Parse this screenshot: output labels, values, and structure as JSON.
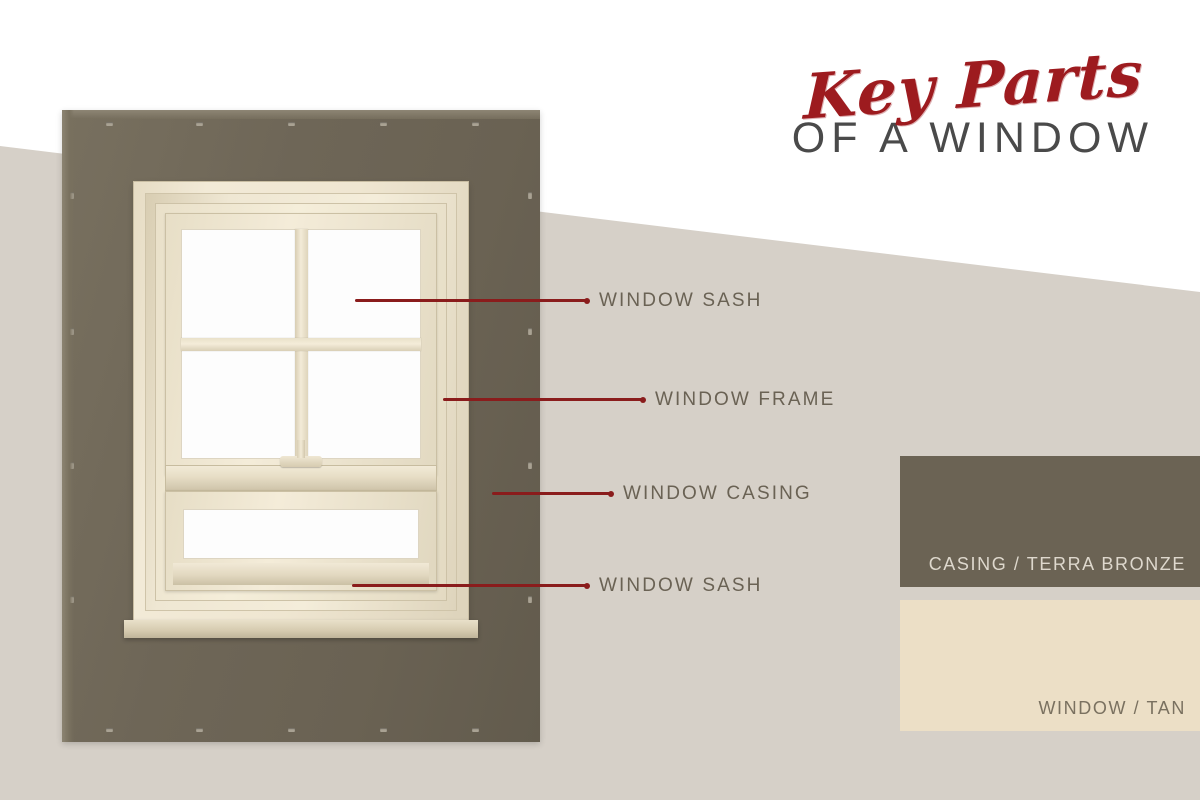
{
  "title": {
    "script_line": "Key Parts",
    "sub_line": "OF A WINDOW",
    "script_color": "#9d1b1f",
    "sub_color": "#4a4a4a"
  },
  "background": {
    "top_color": "#ffffff",
    "wedge_color": "#d6d0c8"
  },
  "diagram": {
    "subject": "double-hung window",
    "casing_color": "#6b6354",
    "frame_color": "#efe6d1",
    "glass_color": "#fdfdfd",
    "leader_color": "#8a1c1c"
  },
  "callouts": [
    {
      "label": "WINDOW SASH",
      "target": "upper-sash"
    },
    {
      "label": "WINDOW FRAME",
      "target": "frame"
    },
    {
      "label": "WINDOW CASING",
      "target": "casing"
    },
    {
      "label": "WINDOW SASH",
      "target": "lower-sash"
    }
  ],
  "swatches": [
    {
      "label": "CASING / TERRA BRONZE",
      "color": "#6b6354",
      "text_color": "#ded8cd"
    },
    {
      "label": "WINDOW / TAN",
      "color": "#ecdfc6",
      "text_color": "#7a7160"
    }
  ]
}
